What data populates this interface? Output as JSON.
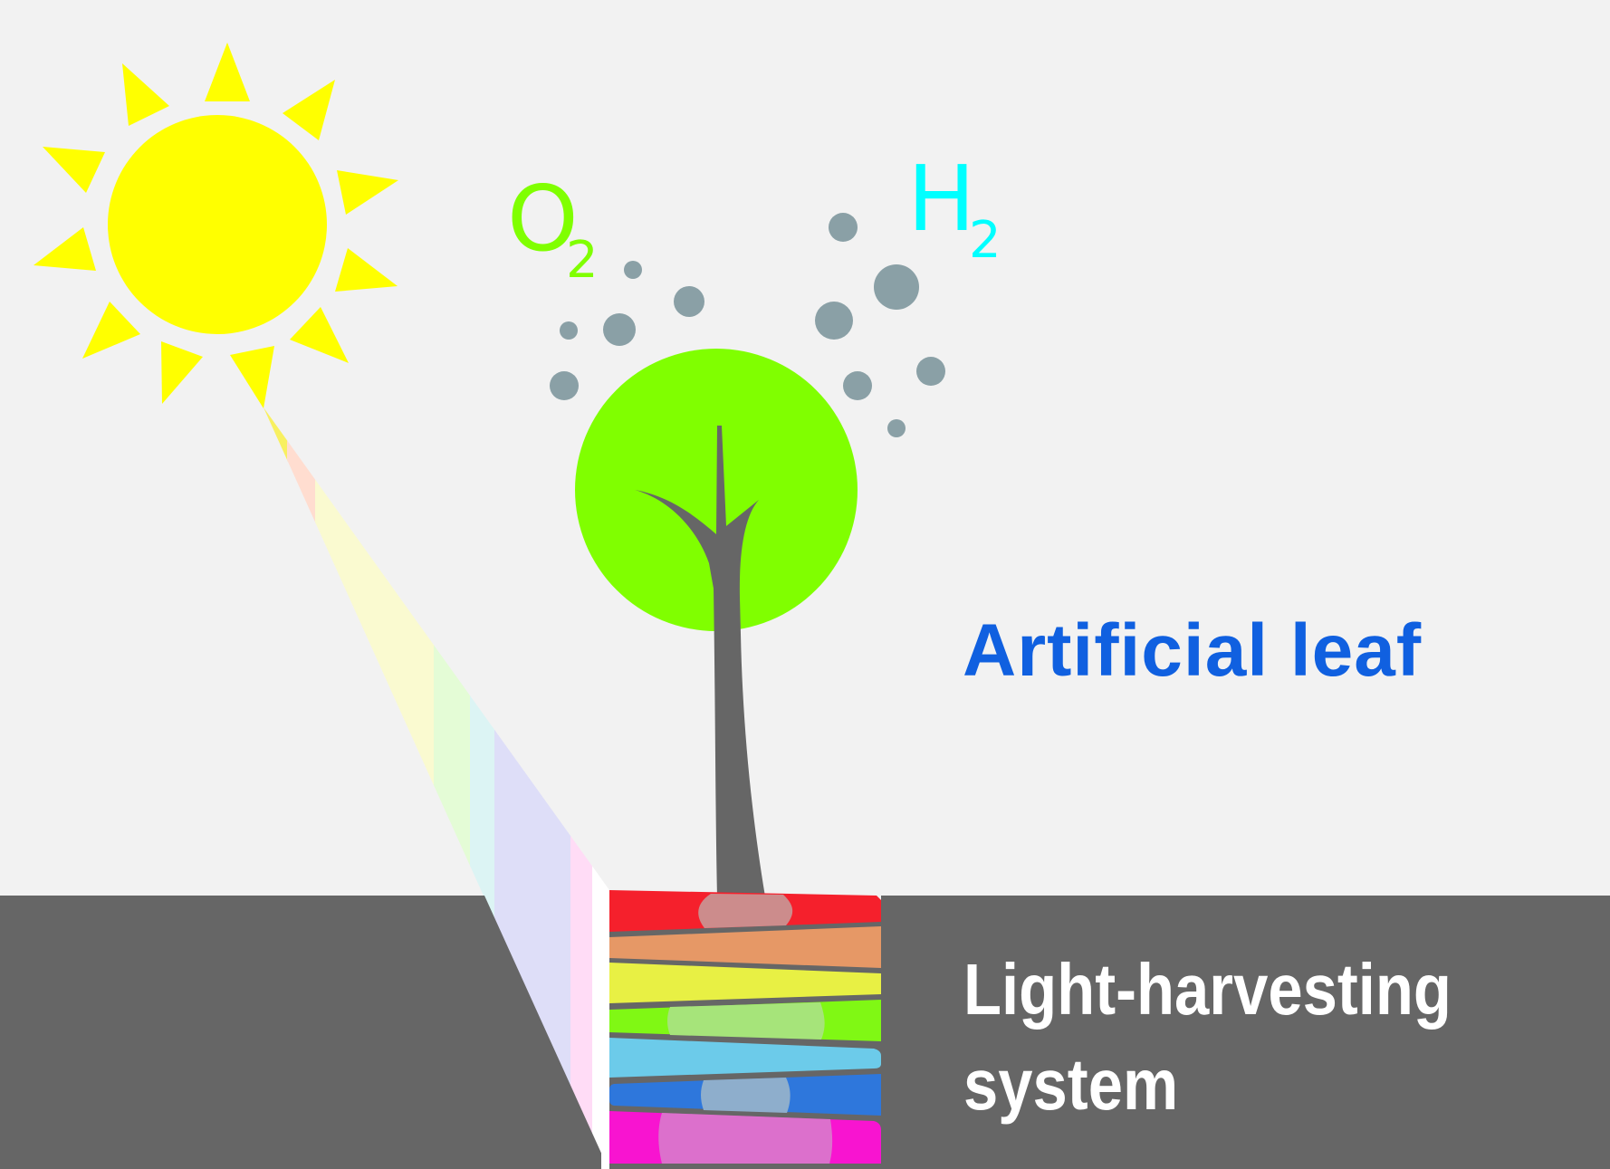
{
  "labels": {
    "artificial_leaf": "Artificial leaf",
    "light_harvesting_line1": "Light-harvesting",
    "light_harvesting_line2": "system",
    "oxygen": {
      "symbol": "O",
      "subscript": "2"
    },
    "hydrogen": {
      "symbol": "H",
      "subscript": "2"
    }
  },
  "colors": {
    "background": "#f2f2f2",
    "ground": "#666666",
    "sun": "#ffff00",
    "leaf_canopy": "#80ff00",
    "tree_trunk": "#666666",
    "bubbles": "#8aa0a6",
    "oxygen_label": "#80ff00",
    "hydrogen_label": "#00ffff",
    "artificial_leaf_label": "#1060e0",
    "light_harvesting_label": "#ffffff"
  },
  "light_beam_spectrum": [
    "#f8f060",
    "#ffddd0",
    "#fafad0",
    "#e4fcd6",
    "#dcf4f4",
    "#dedef8",
    "#ffdcf6",
    "#ffffff"
  ],
  "harvesting_layers": [
    {
      "name": "red",
      "color": "#f5202c",
      "blob": "#cc8c8c"
    },
    {
      "name": "orange",
      "color": "#e69866",
      "blob": null
    },
    {
      "name": "yellow",
      "color": "#e8f044",
      "blob": null
    },
    {
      "name": "green",
      "color": "#80f814",
      "blob": "#a6e47a"
    },
    {
      "name": "cyan",
      "color": "#6ccbea",
      "blob": null
    },
    {
      "name": "blue",
      "color": "#2e77dc",
      "blob": "#8eaecc"
    },
    {
      "name": "magenta",
      "color": "#f814d0",
      "blob": "#dc70cc"
    }
  ]
}
